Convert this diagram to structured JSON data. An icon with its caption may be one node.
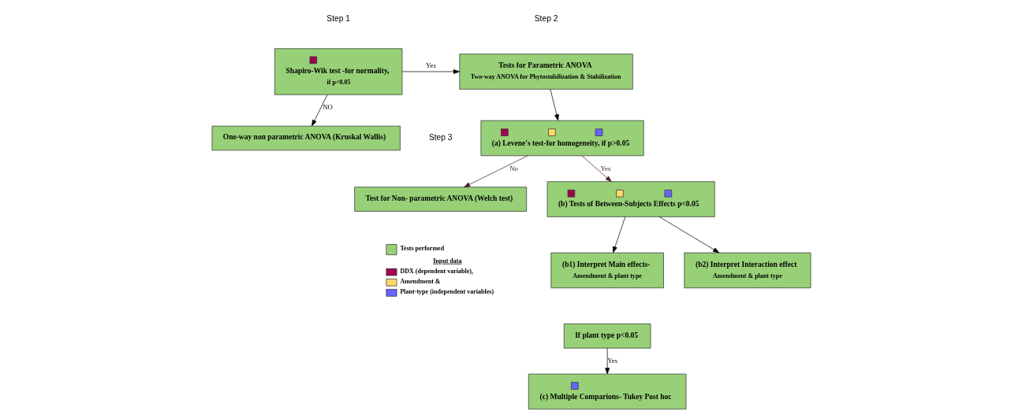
{
  "diagram": {
    "nodes": [
      {
        "text": [
          "Shapiro-Wik test -for normality,",
          "if p<0.05"
        ]
      },
      {
        "text": [
          "One-way non parametric ANOVA (Kruskal Wallis)"
        ]
      },
      {
        "text": [
          "Tests for Parametric ANOVA",
          "Two-way ANOVA for Phytostabilization & Stabilization"
        ]
      },
      {
        "text": [
          "(a) Levene's test-for homogeneity, if p>0.05"
        ]
      },
      {
        "text": [
          "(b) Tests of Between-Subjects Effects p<0.05"
        ]
      },
      {
        "text": [
          "Test for Non- parametric ANOVA (Welch test)"
        ]
      },
      {
        "text": [
          "(b1) Interpret Main effects-",
          "Amendment & plant type"
        ]
      },
      {
        "text": [
          "(b2) Interpret Interaction effect",
          "Amendment & plant type"
        ]
      },
      {
        "text": [
          "If plant type p<0.05"
        ]
      },
      {
        "text": [
          "(c) Multiple Comparions- Tukey Post hoc"
        ]
      }
    ],
    "edges": [
      {
        "from": 0,
        "to": 2,
        "arrow": "to",
        "label": "Yes"
      },
      {
        "from": 0,
        "to": 1,
        "arrow": "to",
        "label": "NO"
      },
      {
        "from": 2,
        "to": 3,
        "arrow": "to"
      },
      {
        "from": 3,
        "to": 4,
        "arrow": "to",
        "label": "Yes",
        "color": "#4a2323"
      },
      {
        "from": 3,
        "to": 5,
        "arrow": "to",
        "label": "No",
        "color": "#4a2323"
      },
      {
        "from": 4,
        "to": 6,
        "arrow": "to"
      },
      {
        "from": 4,
        "to": 7,
        "arrow": "to"
      },
      {
        "from": 8,
        "to": 9,
        "arrow": "to",
        "label": "Yes"
      }
    ],
    "labels": [
      "Step 1",
      "Step 2",
      "Step 3",
      "Input data"
    ],
    "legend": [
      {
        "text": "Tests performed",
        "color": "#97d077"
      },
      {
        "text": "DDX (dependent variable),",
        "color": "#a20050"
      },
      {
        "text": "Amendment &",
        "color": "#ffd966"
      },
      {
        "text": "Plant-type (independent variables)",
        "color": "#6666ff"
      }
    ]
  }
}
